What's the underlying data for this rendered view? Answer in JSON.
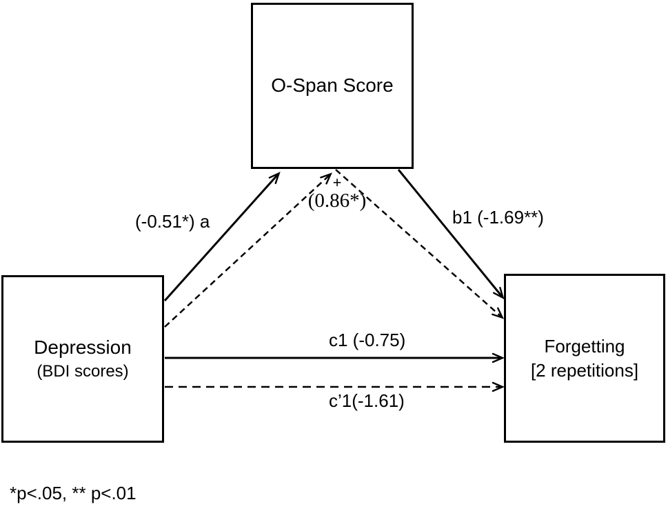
{
  "diagram": {
    "boxes": {
      "mediator": {
        "label": "O-Span Score"
      },
      "predictor": {
        "label": "Depression",
        "sublabel": "(BDI scores)"
      },
      "outcome": {
        "label": "Forgetting",
        "sublabel": "[2 repetitions]"
      }
    },
    "paths": {
      "a": {
        "label": "(-0.51*) a",
        "style": "solid",
        "from": "predictor",
        "to": "mediator"
      },
      "indirect": {
        "plus": "+",
        "value": "(0.86*)",
        "style": "dashed",
        "from": "predictor",
        "to": "outcome",
        "via": "mediator"
      },
      "b": {
        "label": "b1 (-1.69**)",
        "style": "solid",
        "from": "mediator",
        "to": "outcome"
      },
      "c": {
        "label": "c1 (-0.75)",
        "style": "solid",
        "from": "predictor",
        "to": "outcome"
      },
      "c_prime": {
        "label": "c’1(-1.61)",
        "style": "dashed",
        "from": "predictor",
        "to": "outcome"
      }
    },
    "footnote": "*p<.05, ** p<.01",
    "colors": {
      "line": "#000000",
      "background": "#ffffff"
    }
  }
}
